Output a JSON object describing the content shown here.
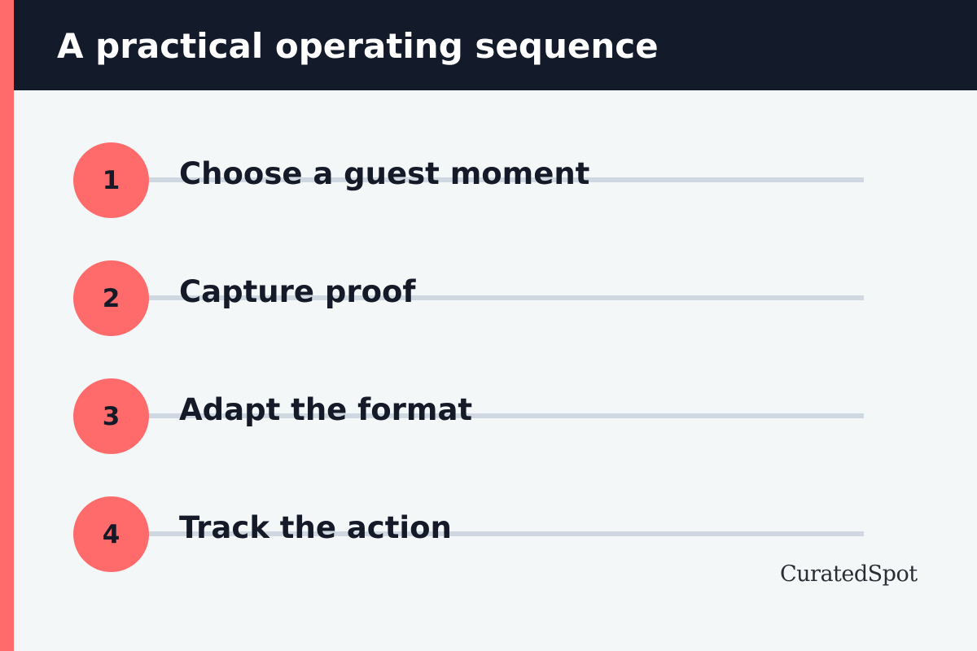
{
  "header": {
    "title": "A practical operating sequence"
  },
  "steps": [
    {
      "number": "1",
      "label": "Choose a guest moment"
    },
    {
      "number": "2",
      "label": "Capture proof"
    },
    {
      "number": "3",
      "label": "Adapt the format"
    },
    {
      "number": "4",
      "label": "Track the action"
    }
  ],
  "brand": {
    "name": "CuratedSpot"
  },
  "colors": {
    "accent": "#ff6b6b",
    "header_bg": "#131a29",
    "background": "#f3f7f8",
    "line": "#cfd8e0",
    "text": "#141a28"
  }
}
